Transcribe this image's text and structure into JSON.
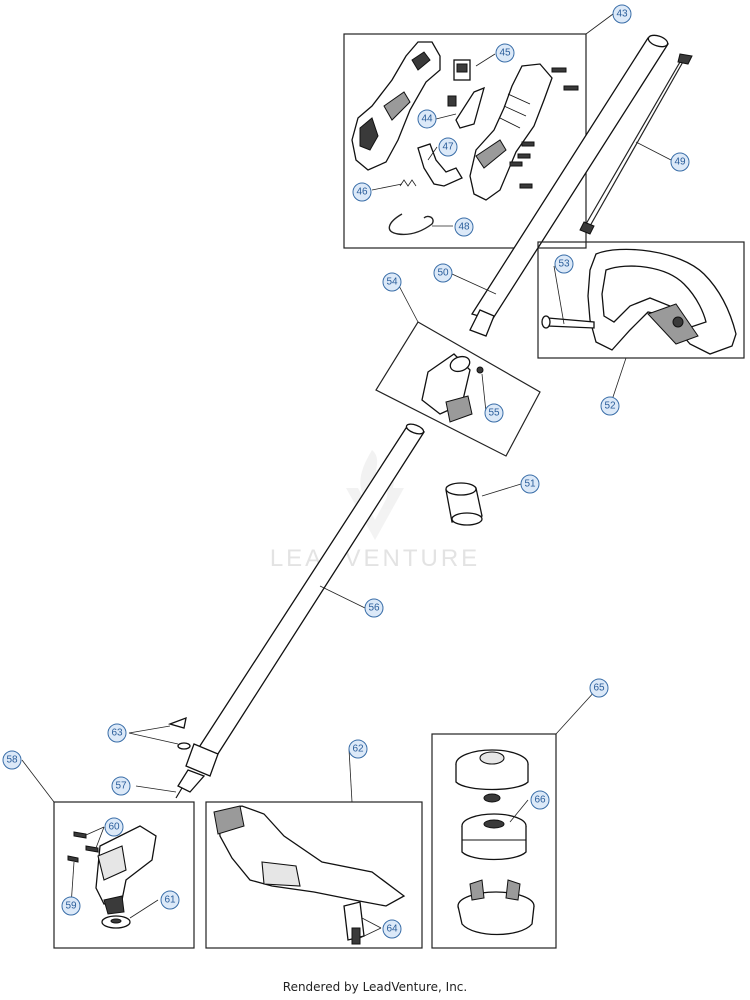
{
  "watermark": {
    "text": "LEADVENTURE"
  },
  "footer": {
    "text": "Rendered by LeadVenture, Inc."
  },
  "callouts": [
    "43",
    "44",
    "45",
    "46",
    "47",
    "48",
    "49",
    "50",
    "51",
    "52",
    "53",
    "54",
    "55",
    "56",
    "57",
    "58",
    "59",
    "60",
    "61",
    "62",
    "63",
    "64",
    "65",
    "66"
  ],
  "colors": {
    "callout_fill": "#dce9f8",
    "callout_stroke": "#3a6ea8",
    "callout_text": "#2a5d9a"
  }
}
